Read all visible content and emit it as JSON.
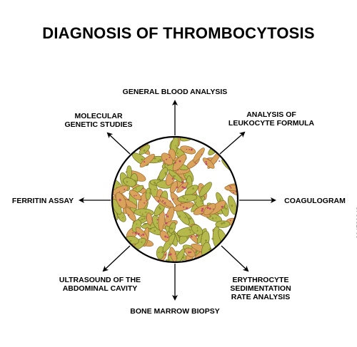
{
  "title": "DIAGNOSIS OF THROMBOCYTOSIS",
  "labels": {
    "top": [
      "GENERAL BLOOD ANALYSIS"
    ],
    "top_left": [
      "MOLECULAR",
      "GENETIC STUDIES"
    ],
    "top_right": [
      "ANALYSIS OF",
      "LEUKOCYTE FORMULA"
    ],
    "left": [
      "FERRITIN ASSAY"
    ],
    "right": [
      "COAGULOGRAM"
    ],
    "bottom_left": [
      "ULTRASOUND OF THE",
      "ABDOMINAL CAVITY"
    ],
    "bottom": [
      "BONE MARROW BIOPSY"
    ],
    "bottom_right": [
      "ERYTHROCYTE",
      "SEDIMENTATION",
      "RATE ANALYSIS"
    ]
  },
  "watermark": "294789248",
  "colors": {
    "platelet_green": "#b5b84a",
    "platelet_tan": "#d9a35c",
    "arrow": "#000000",
    "circle_border": "#000000"
  }
}
